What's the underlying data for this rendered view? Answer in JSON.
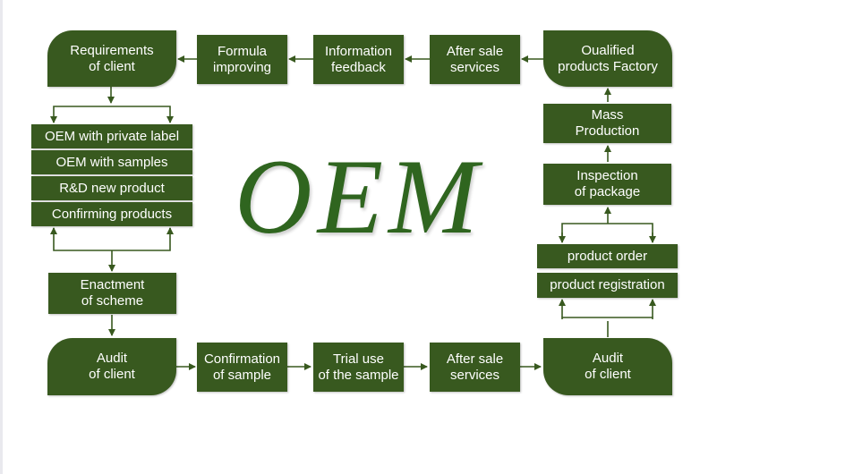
{
  "theme": {
    "box_color": "#38591f",
    "text_color": "#ffffff",
    "oem_color": "#2f651f",
    "arrow_color": "#38591f"
  },
  "title": "OEM",
  "top_row": {
    "requirements": "Requirements\nof client",
    "formula": "Formula\nimproving",
    "information": "Information\nfeedback",
    "after_sale": "After sale\nservices",
    "qualified": "Oualified\nproducts Factory"
  },
  "left_column": {
    "options": [
      "OEM with private label",
      "OEM with samples",
      "R&D new product",
      "Confirming products"
    ],
    "enactment": "Enactment\nof scheme"
  },
  "bottom_row": {
    "audit_left": "Audit\nof  client",
    "confirmation": "Confirmation\nof sample",
    "trial": "Trial use\nof the sample",
    "after_sale": "After sale\nservices",
    "audit_right": "Audit\nof client"
  },
  "right_column": {
    "mass": "Mass\nProduction",
    "inspection": "Inspection\nof package",
    "order": "product order",
    "registration": "product registration"
  }
}
